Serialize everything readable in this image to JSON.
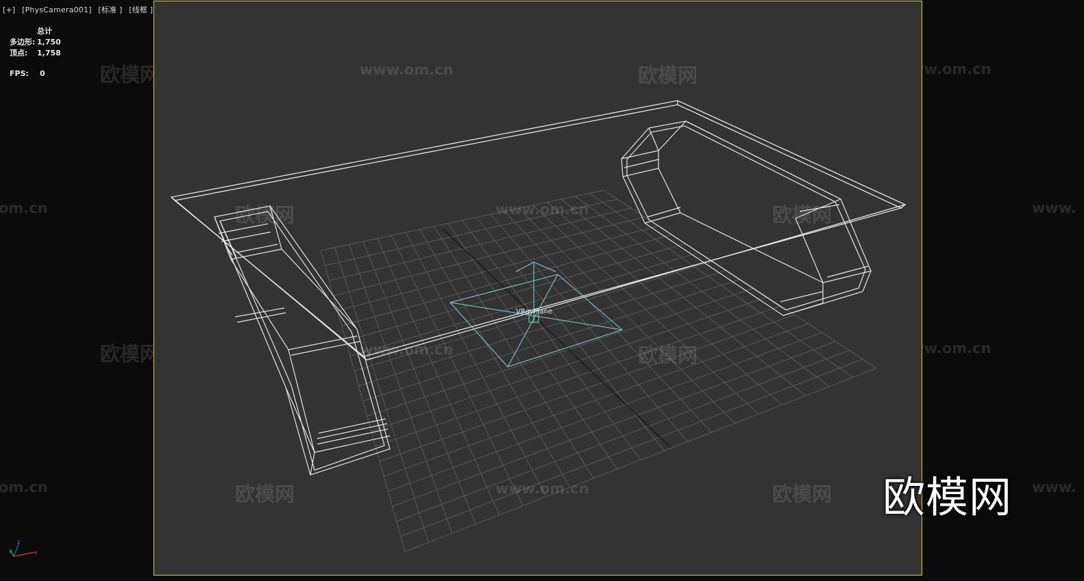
{
  "viewport": {
    "label_plus": "[+]",
    "label_camera": "[PhysCamera001]",
    "label_shading": "[标准 ]",
    "label_mode": "[线框 ]"
  },
  "stats": {
    "header": "总计",
    "poly_label": "多边形:",
    "poly_value": "1,750",
    "vert_label": "顶点:",
    "vert_value": "1,758",
    "fps_label": "FPS:",
    "fps_value": "0"
  },
  "scene": {
    "object_label": "VRayPlane"
  },
  "watermark": {
    "cn_text": "欧模网",
    "url_text": "www.om.cn",
    "url_partial": "www.",
    "url_tail": "om.cn",
    "brand_text": "欧模网"
  },
  "colors": {
    "viewport_bg": "#333333",
    "viewport_border": "#d8d03a",
    "wireframe": "#e6e6e6",
    "grid": "#5a5a5a",
    "vrayplane": "#7fd4d8"
  },
  "icons": {
    "axis_gizmo": "axis-tripod-icon"
  }
}
